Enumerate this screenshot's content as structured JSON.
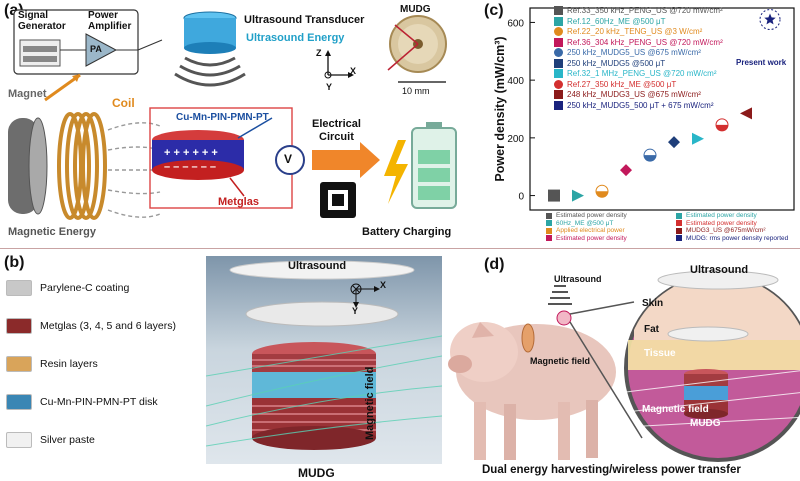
{
  "panels": {
    "a": {
      "label": "(a)",
      "signal_generator": "Signal\nGenerator",
      "power_amplifier": "Power\nAmplifier",
      "pa": "PA",
      "ultrasound_transducer": "Ultrasound Transducer",
      "ultrasound_energy": "Ultrasound Energy",
      "mudg": "MUDG",
      "scale": "10 mm",
      "axis_z": "Z",
      "axis_x": "X",
      "axis_y": "Y",
      "magnet": "Magnet",
      "coil": "Coil",
      "material": "Cu-Mn-PIN-PMN-PT",
      "metglas": "Metglas",
      "voltmeter": "V",
      "electrical_circuit": "Electrical\nCircuit",
      "magnetic_energy": "Magnetic Energy",
      "battery_charging": "Battery Charging"
    },
    "b": {
      "label": "(b)",
      "legend": [
        {
          "label": "Parylene-C coating",
          "color": "#c8c8c8"
        },
        {
          "label": "Metglas (3, 4, 5 and 6 layers)",
          "color": "#8b2a2a"
        },
        {
          "label": "Resin layers",
          "color": "#d9a45a"
        },
        {
          "label": "Cu-Mn-PIN-PMN-PT disk",
          "color": "#3a86b4"
        },
        {
          "label": "Silver paste",
          "color": "#f1f1f1"
        }
      ],
      "ultrasound": "Ultrasound",
      "axis_x": "X",
      "axis_y": "Y",
      "magnetic_field": "Magnetic field",
      "caption": "MUDG"
    },
    "c": {
      "label": "(c)"
    },
    "d": {
      "label": "(d)",
      "ultrasound_left": "Ultrasound",
      "magnetic_field_left": "Magnetic field",
      "ultrasound": "Ultrasound",
      "skin": "Skin",
      "fat": "Fat",
      "tissue": "Tissue",
      "magnetic_field": "Magnetic field",
      "mudg": "MUDG",
      "caption": "Dual energy harvesting/wireless power transfer"
    }
  },
  "chart_data": {
    "type": "scatter",
    "ylabel": "Power density (mW/cm³)",
    "ylim": [
      -50,
      650
    ],
    "yticks": [
      0,
      200,
      400,
      600
    ],
    "grid": false,
    "legend_position": "top-left",
    "series": [
      {
        "name": "Ref.33_350 kHz_PENG_US @720 mW/cm²",
        "x": 1,
        "y": 0,
        "color": "#555555",
        "marker": "square"
      },
      {
        "name": "Ref.12_60Hz_ME @500 μT",
        "x": 2,
        "y": 0,
        "color": "#2ca5a5",
        "marker": "tri-right"
      },
      {
        "name": "Ref.22_20 kHz_TENG_US @3 W/cm²",
        "x": 3,
        "y": 15,
        "color": "#e08a1e",
        "marker": "half-circle"
      },
      {
        "name": "Ref.36_304 kHz_PENG_US @720 mW/cm²",
        "x": 4,
        "y": 88,
        "color": "#c2185b",
        "marker": "diamond"
      },
      {
        "name": "250 kHz_MUDG5_US @675 mW/cm²",
        "x": 5,
        "y": 140,
        "color": "#3a6aa8",
        "marker": "half-circle"
      },
      {
        "name": "250 kHz_MUDG5 @500 μT",
        "x": 6,
        "y": 185,
        "color": "#1f3f7a",
        "marker": "diamond"
      },
      {
        "name": "Ref.32_1 MHz_PENG_US @720 mW/cm²",
        "x": 7,
        "y": 197,
        "color": "#29b6c8",
        "marker": "tri-right"
      },
      {
        "name": "Ref.27_350 kHz_ME @500 μT",
        "x": 8,
        "y": 245,
        "color": "#d32f2f",
        "marker": "half-circle"
      },
      {
        "name": "248 kHz_MUDG3_US @675 mW/cm²",
        "x": 9,
        "y": 285,
        "color": "#8b1a1a",
        "marker": "tri-left"
      },
      {
        "name": "250 kHz_MUDG5_500 μT + 675 mW/cm²",
        "x": 10,
        "y": 610,
        "color": "#1a237e",
        "marker": "star"
      }
    ],
    "annotations": [
      "Present work"
    ],
    "bottom_legend": [
      {
        "label": "Estimated power density",
        "color": "#555555",
        "marker": "square"
      },
      {
        "label": "Estimated power density",
        "color": "#2ca5a5",
        "marker": "tri-right"
      },
      {
        "label": "60Hz_ME @500 μT",
        "color": "#2ca5a5",
        "marker": "tri-right"
      },
      {
        "label": "Estimated power density",
        "color": "#d32f2f",
        "marker": "half-circle"
      },
      {
        "label": "Applied electrical power",
        "color": "#e08a1e",
        "marker": "half-circle"
      },
      {
        "label": "MUDG3_US @675mW/cm²",
        "color": "#8b1a1a",
        "marker": "tri-left"
      },
      {
        "label": "Estimated power density",
        "color": "#c2185b",
        "marker": "diamond"
      },
      {
        "label": "MUDG: rms power density reported",
        "color": "#1a237e",
        "marker": "star"
      }
    ]
  }
}
